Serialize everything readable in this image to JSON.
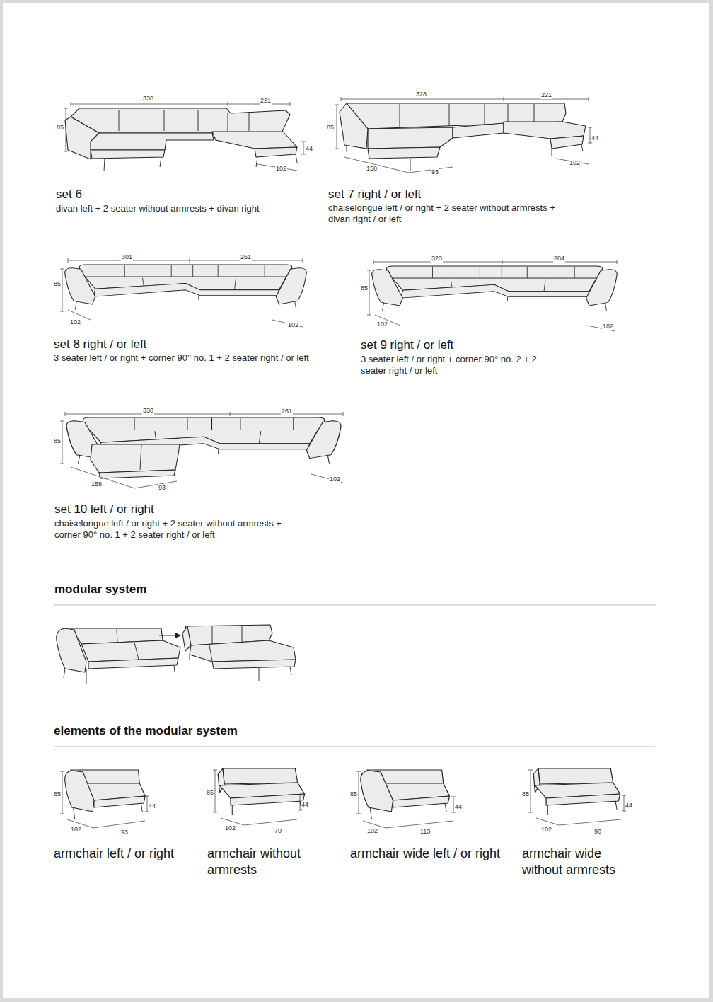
{
  "diagram": {
    "labels": [
      "330",
      "221",
      "85",
      "44",
      "102",
      "set 6",
      "divan left + 2 seater without armrests + divan right",
      "328",
      "221",
      "85",
      "44",
      "158",
      "93",
      "102",
      "set 7 right / or left",
      "chaiselongue left / or right + 2 seater without armrests + divan right / or left",
      "301",
      "261",
      "85",
      "102",
      "102",
      "set 8 right / or left",
      "3 seater left / or right + corner 90° no. 1 + 2 seater right / or left",
      "323",
      "284",
      "85",
      "102",
      "102",
      "set 9 right / or left",
      "3 seater left / or right + corner 90° no. 2 + 2 seater right / or left",
      "330",
      "261",
      "85",
      "158",
      "93",
      "102",
      "set 10 left / or right",
      "chaiselongue left / or right + 2 seater without armrests + corner 90° no. 1 + 2 seater right / or left",
      "modular system",
      "elements of the modular system",
      "85",
      "44",
      "102",
      "93",
      "armchair left / or right",
      "85",
      "44",
      "102",
      "70",
      "armchair without armrests",
      "85",
      "44",
      "102",
      "113",
      "armchair wide left / or right",
      "85",
      "44",
      "102",
      "90",
      "armchair wide without armrests"
    ]
  }
}
